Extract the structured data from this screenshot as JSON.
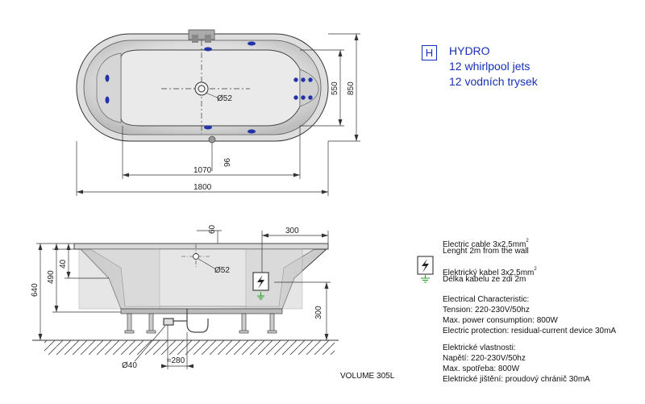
{
  "hydro": {
    "badge": "H",
    "title": "HYDRO",
    "line1": "12 whirlpool jets",
    "line2": "12 vodních trysek"
  },
  "top_view": {
    "width_label": "1800",
    "inner_width_label": "1070",
    "height_label": "850",
    "inner_height_label": "550",
    "offset_label": "96",
    "drain_label": "Ø52"
  },
  "side_view": {
    "total_height_label": "640",
    "rim_height_label": "490",
    "rim_thickness_label": "40",
    "top_offset_label": "60",
    "panel_offset_label": "300",
    "leg_height_label": "300",
    "drain_label": "Ø52",
    "pipe_label": "Ø40",
    "pipe_offset_label": "≈280"
  },
  "specs": {
    "cable_en_1": "Electric cable 3x2,5mm",
    "cable_en_sup": "2",
    "cable_en_2": "Lenght 2m from the wall",
    "cable_cz_1": "Elektrický kabel 3x2,5mm",
    "cable_cz_sup": "2",
    "cable_cz_2": "Délka kabelu ze zdi 2m",
    "en_heading": "Electrical Characteristic:",
    "en_tension": "Tension: 220-230V/50hz",
    "en_power": "Max. power consumption: 800W",
    "en_protection": "Electric protection: residual-current device 30mA",
    "cz_heading": "Elektrické vlastnosti:",
    "cz_tension": "Napětí: 220-230V/50hz",
    "cz_power": "Max. spotřeba: 800W",
    "cz_protection": "Elektrické jištění: proudový chránič 30mA"
  },
  "volume": "VOLUME 305L",
  "colors": {
    "accent_blue": "#1530b8",
    "jet_blue": "#2233aa",
    "line": "#333333",
    "ground_green": "#2a9a2a"
  },
  "icons": {
    "electric": "lightning-bolt-icon",
    "ground": "ground-symbol-icon"
  }
}
